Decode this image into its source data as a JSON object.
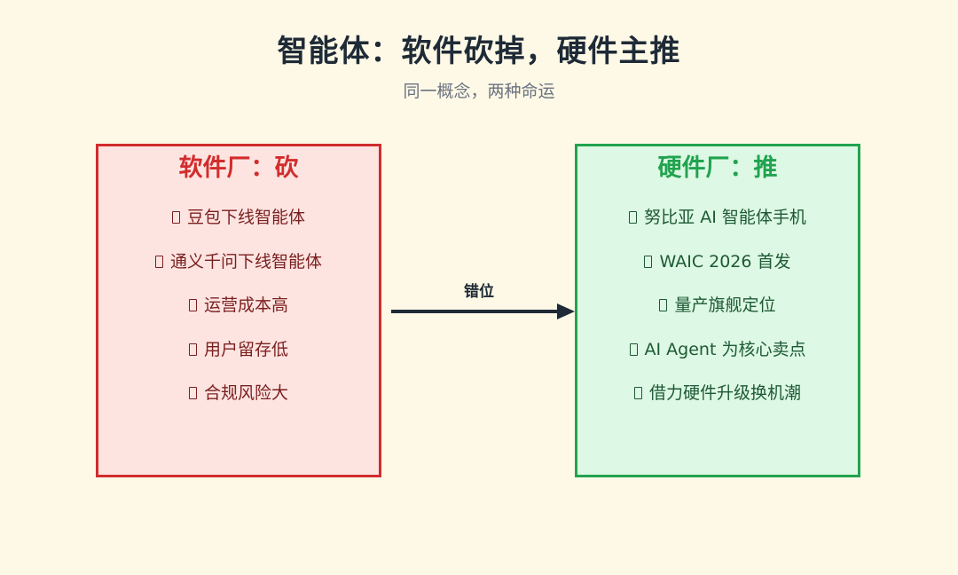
{
  "title": "智能体：软件砍掉，硬件主推",
  "subtitle": "同一概念，两种命运",
  "left_panel": {
    "title": "软件厂：砍",
    "color": "#d12d2d",
    "items": [
      {
        "icon": "bullet-icon",
        "text": "豆包下线智能体"
      },
      {
        "icon": "bullet-icon",
        "text": "通义千问下线智能体"
      },
      {
        "icon": "bullet-icon",
        "text": "运营成本高"
      },
      {
        "icon": "bullet-icon",
        "text": "用户留存低"
      },
      {
        "icon": "bullet-icon",
        "text": "合规风险大"
      }
    ]
  },
  "right_panel": {
    "title": "硬件厂：推",
    "color": "#21a34f",
    "items": [
      {
        "icon": "bullet-icon",
        "text": "努比亚 AI 智能体手机"
      },
      {
        "icon": "bullet-icon",
        "text": "WAIC 2026 首发"
      },
      {
        "icon": "bullet-icon",
        "text": "量产旗舰定位"
      },
      {
        "icon": "bullet-icon",
        "text": "AI Agent 为核心卖点"
      },
      {
        "icon": "bullet-icon",
        "text": "借力硬件升级换机潮"
      }
    ]
  },
  "connector": {
    "label": "错位",
    "color": "#1f2a37"
  }
}
